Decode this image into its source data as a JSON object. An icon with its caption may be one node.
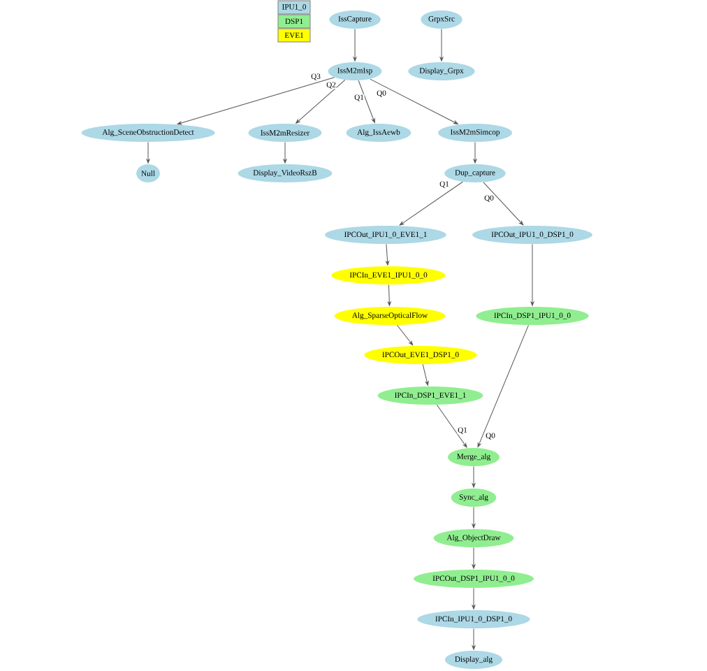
{
  "diagram": {
    "nodes": [
      {
        "text": [
          "IssCapture"
        ]
      },
      {
        "text": [
          "GrpxSrc"
        ]
      },
      {
        "text": [
          "IssM2mIsp"
        ]
      },
      {
        "text": [
          "Display_Grpx"
        ]
      },
      {
        "text": [
          "Alg_SceneObstructionDetect"
        ]
      },
      {
        "text": [
          "IssM2mResizer"
        ]
      },
      {
        "text": [
          "Alg_IssAewb"
        ]
      },
      {
        "text": [
          "IssM2mSimcop"
        ]
      },
      {
        "text": [
          "Null"
        ]
      },
      {
        "text": [
          "Display_VideoRszB"
        ]
      },
      {
        "text": [
          "Dup_capture"
        ]
      },
      {
        "text": [
          "IPCOut_IPU1_0_EVE1_1"
        ]
      },
      {
        "text": [
          "IPCOut_IPU1_0_DSP1_0"
        ]
      },
      {
        "text": [
          "IPCIn_EVE1_IPU1_0_0"
        ]
      },
      {
        "text": [
          "Alg_SparseOpticalFlow"
        ]
      },
      {
        "text": [
          "IPCIn_DSP1_IPU1_0_0"
        ]
      },
      {
        "text": [
          "IPCOut_EVE1_DSP1_0"
        ]
      },
      {
        "text": [
          "IPCIn_DSP1_EVE1_1"
        ]
      },
      {
        "text": [
          "Merge_alg"
        ]
      },
      {
        "text": [
          "Sync_alg"
        ]
      },
      {
        "text": [
          "Alg_ObjectDraw"
        ]
      },
      {
        "text": [
          "IPCOut_DSP1_IPU1_0_0"
        ]
      },
      {
        "text": [
          "IPCIn_IPU1_0_DSP1_0"
        ]
      },
      {
        "text": [
          "Display_alg"
        ]
      }
    ],
    "edges": [
      {
        "from": 0,
        "to": 2,
        "arrow": "to"
      },
      {
        "from": 1,
        "to": 3,
        "arrow": "to"
      },
      {
        "from": 2,
        "to": 4,
        "arrow": "to",
        "label": "Q3"
      },
      {
        "from": 2,
        "to": 5,
        "arrow": "to",
        "label": "Q2"
      },
      {
        "from": 2,
        "to": 6,
        "arrow": "to",
        "label": "Q1"
      },
      {
        "from": 2,
        "to": 7,
        "arrow": "to",
        "label": "Q0"
      },
      {
        "from": 4,
        "to": 8,
        "arrow": "to"
      },
      {
        "from": 5,
        "to": 9,
        "arrow": "to"
      },
      {
        "from": 7,
        "to": 10,
        "arrow": "to"
      },
      {
        "from": 10,
        "to": 11,
        "arrow": "to",
        "label": "Q1"
      },
      {
        "from": 10,
        "to": 12,
        "arrow": "to",
        "label": "Q0"
      },
      {
        "from": 11,
        "to": 13,
        "arrow": "to"
      },
      {
        "from": 13,
        "to": 14,
        "arrow": "to"
      },
      {
        "from": 14,
        "to": 16,
        "arrow": "to"
      },
      {
        "from": 16,
        "to": 17,
        "arrow": "to"
      },
      {
        "from": 12,
        "to": 15,
        "arrow": "to"
      },
      {
        "from": 17,
        "to": 18,
        "arrow": "to",
        "label": "Q1"
      },
      {
        "from": 15,
        "to": 18,
        "arrow": "to",
        "label": "Q0"
      },
      {
        "from": 18,
        "to": 19,
        "arrow": "to"
      },
      {
        "from": 19,
        "to": 20,
        "arrow": "to"
      },
      {
        "from": 20,
        "to": 21,
        "arrow": "to"
      },
      {
        "from": 21,
        "to": 22,
        "arrow": "to"
      },
      {
        "from": 22,
        "to": 23,
        "arrow": "to"
      }
    ],
    "legend": [
      {
        "text": "IPU1_0",
        "color": "#add8e6"
      },
      {
        "text": "DSP1",
        "color": "#90ee90"
      },
      {
        "text": "EVE1",
        "color": "#ffff00"
      }
    ]
  }
}
